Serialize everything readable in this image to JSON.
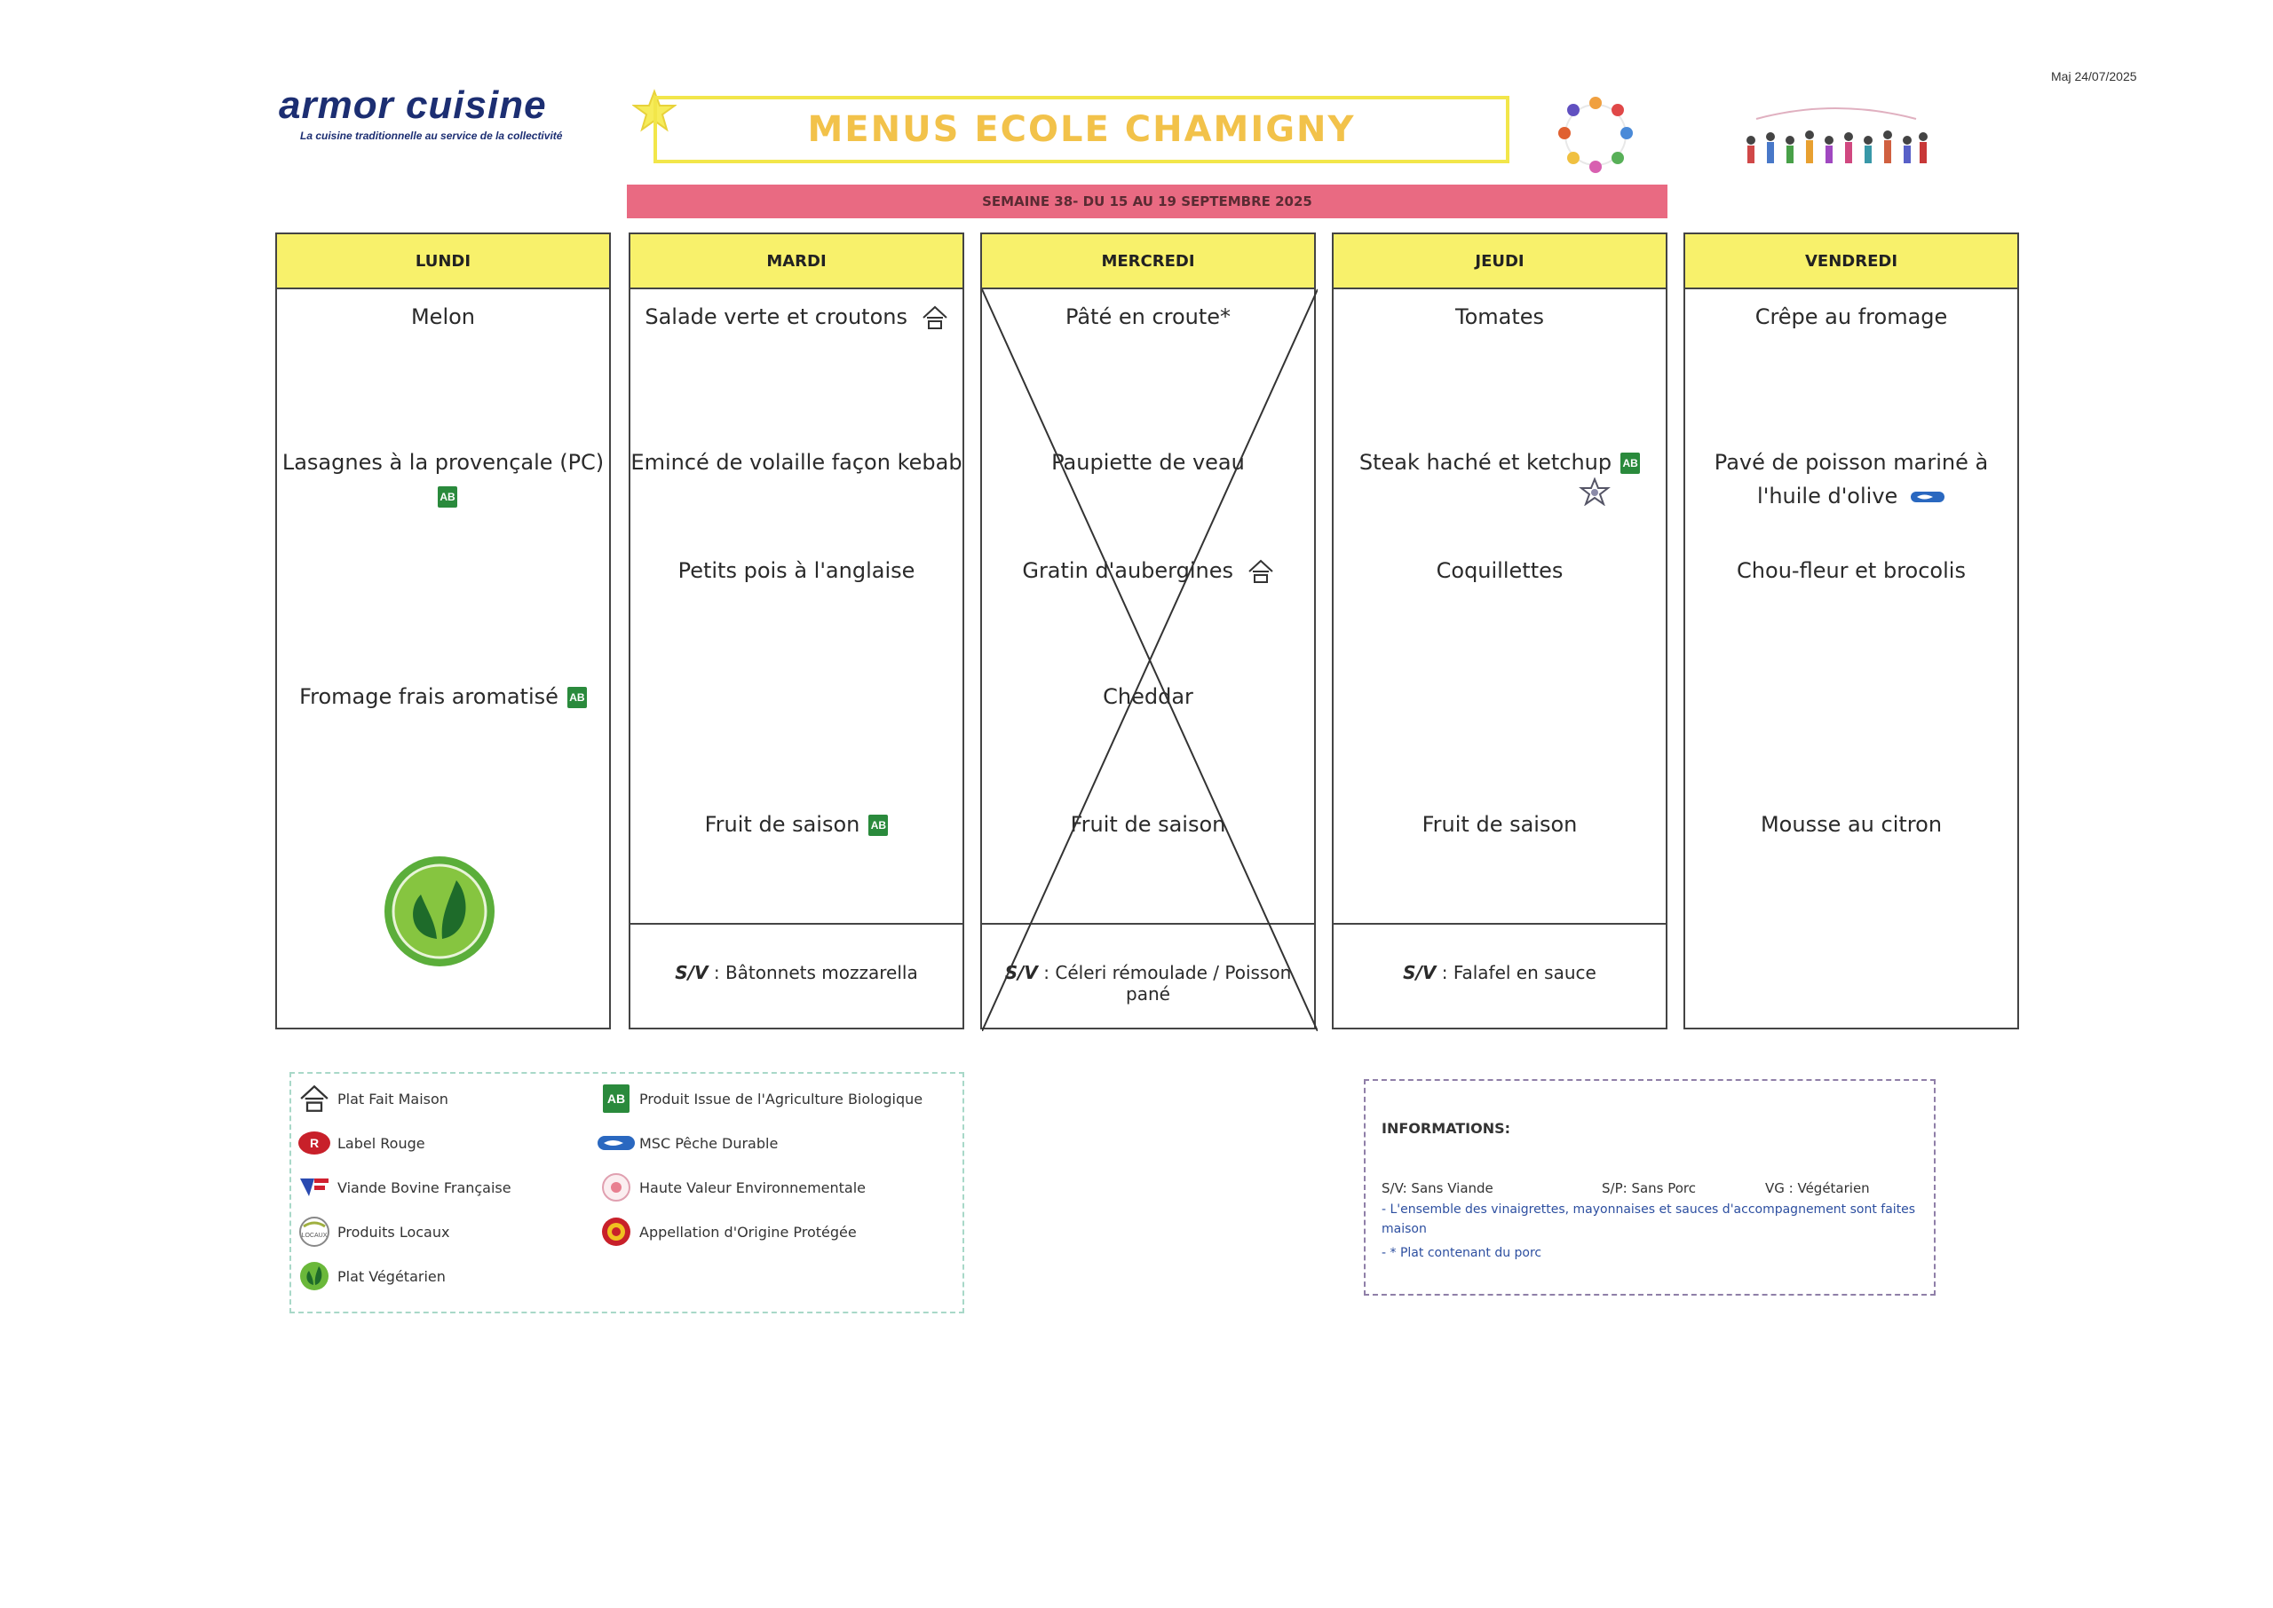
{
  "header": {
    "maj": "Maj 24/07/2025",
    "brand": "armor cuisine",
    "tagline": "La cuisine traditionnelle au service de la collectivité",
    "title": "MENUS ECOLE CHAMIGNY",
    "week": "SEMAINE 38- DU 15 AU 19 SEPTEMBRE 2025"
  },
  "days": [
    {
      "name": "LUNDI",
      "dishes": [
        "Melon",
        "Lasagnes à la provençale (PC)",
        "",
        "Fromage frais aromatisé",
        ""
      ],
      "sv": ""
    },
    {
      "name": "MARDI",
      "dishes": [
        "Salade verte et croutons",
        "Emincé de volaille façon kebab",
        "Petits pois à l'anglaise",
        "",
        "Fruit de saison"
      ],
      "sv_label": "S/V",
      "sv": ": Bâtonnets mozzarella"
    },
    {
      "name": "MERCREDI",
      "dishes": [
        "Pâté en croute*",
        "Paupiette de veau",
        "Gratin d'aubergines",
        "Cheddar",
        "Fruit de saison"
      ],
      "sv_label": "S/V",
      "sv": ": Céleri rémoulade / Poisson pané"
    },
    {
      "name": "JEUDI",
      "dishes": [
        "Tomates",
        "Steak haché et ketchup",
        "Coquillettes",
        "",
        "Fruit de saison"
      ],
      "sv_label": "S/V",
      "sv": ": Falafel en sauce"
    },
    {
      "name": "VENDREDI",
      "dishes": [
        "Crêpe au fromage",
        "Pavé de poisson mariné à l'huile d'olive",
        "Chou-fleur et brocolis",
        "",
        "Mousse au citron"
      ],
      "sv": ""
    }
  ],
  "icons": {
    "ab_text": "AB"
  },
  "legend": {
    "items": [
      "Plat Fait Maison",
      "Label Rouge",
      "Viande Bovine Française",
      "Produits Locaux",
      "Plat Végétarien",
      "Produit Issue de l'Agriculture Biologique",
      "MSC Pêche Durable",
      "Haute Valeur Environnementale",
      "Appellation d'Origine Protégée"
    ]
  },
  "info": {
    "title": "INFORMATIONS:",
    "sv": "S/V: Sans Viande",
    "sp": "S/P: Sans Porc",
    "vg": "VG : Végétarien",
    "note1": "- L'ensemble des vinaigrettes, mayonnaises et sauces d'accompagnement sont faites maison",
    "note2_prefix": "- *",
    "note2": "Plat contenant du porc"
  },
  "colors": {
    "title_yellow": "#f2c24a",
    "day_header": "#f8f16b",
    "week_bar": "#e96a82",
    "bio_green": "#2a8a3c",
    "brand_navy": "#1c2e72"
  }
}
